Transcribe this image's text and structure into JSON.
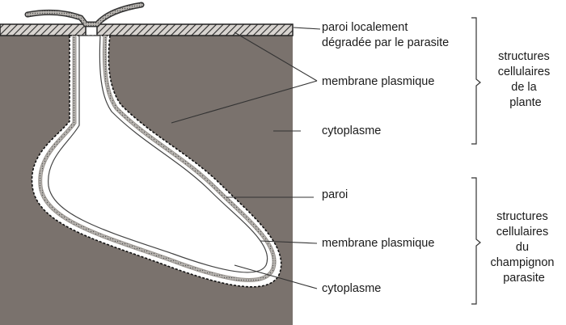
{
  "labels": {
    "paroi_degradee_line1": "paroi localement",
    "paroi_degradee_line2": "dégradée par le parasite",
    "membrane_plante": "membrane plasmique",
    "cytoplasme_plante": "cytoplasme",
    "paroi_champignon": "paroi",
    "membrane_champignon": "membrane plasmique",
    "cytoplasme_champignon": "cytoplasme"
  },
  "groups": {
    "plante": [
      "structures",
      "cellulaires",
      "de la",
      "plante"
    ],
    "champignon": [
      "structures",
      "cellulaires",
      "du",
      "champignon",
      "parasite"
    ]
  },
  "colors": {
    "plant_cytoplasm": "#7a726d",
    "wall_hatch": "#8a8580",
    "fungus_interior": "#ffffff",
    "membrane": "#9a9590"
  }
}
